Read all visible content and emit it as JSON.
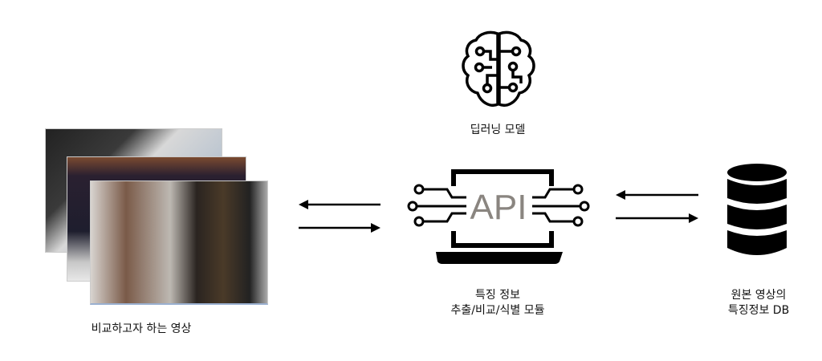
{
  "model": {
    "icon": "brain-circuit-icon",
    "label": "딥러닝 모델"
  },
  "api": {
    "icon": "laptop-api-icon",
    "text": "API",
    "label_line1": "특징 정보",
    "label_line2": "추출/비교/식별 모듈",
    "text_color": "#8a8580"
  },
  "videos": {
    "label": "비교하고자 하는 영상"
  },
  "db": {
    "icon": "database-icon",
    "label_line1": "원본 영상의",
    "label_line2": "특징정보 DB"
  }
}
